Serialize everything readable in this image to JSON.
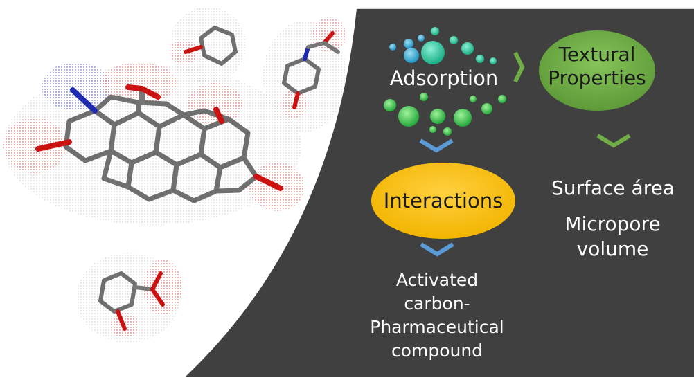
{
  "labels": {
    "adsorption": "Adsorption",
    "textural": [
      "Textural",
      "Properties"
    ],
    "interactions": "Interactions",
    "surface_area": "Surface área",
    "micropore": [
      "Micropore",
      "volume"
    ],
    "activated": [
      "Activated",
      "carbon-",
      "Pharmaceutical",
      "compound"
    ]
  },
  "colors": {
    "dark_panel": "#404040",
    "interactions_fill": "#FFC000",
    "textural_fill": "#6FAD47",
    "blue_chevron": "#5B9BD5",
    "green_chevron": "#70AD47",
    "oxygen": "#CC1111",
    "nitrogen": "#1E2BB0",
    "carbon_bond": "#808080"
  },
  "molecules": [
    {
      "name": "graphene-sheet"
    },
    {
      "name": "cyclohexanol"
    },
    {
      "name": "acetamidophenol"
    },
    {
      "name": "salicylic-acid"
    }
  ]
}
